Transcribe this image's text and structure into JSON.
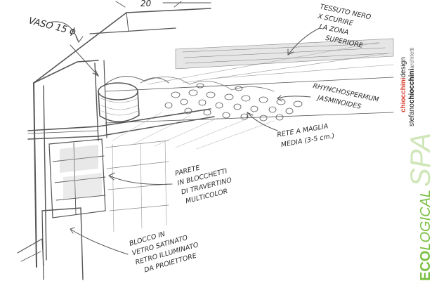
{
  "labels": {
    "vaso": "VASO 15 ϕ",
    "dimension": "20",
    "tessuto": [
      "TESSUTO NERO",
      "X SCURIRE",
      "LA ZONA",
      "SUPERIORE"
    ],
    "plant": [
      "RHYNCHOSPERMUM",
      "JASMINOIDES"
    ],
    "rete": [
      "RETE A MAGLIA",
      "MEDIA (3-5 cm.)"
    ],
    "parete": [
      "PARETE",
      "IN BLOCCHETTI",
      "DI TRAVERTINO",
      "MULTICOLOR"
    ],
    "blocco": [
      "BLOCCO IN",
      "VETRO SATINATO",
      "RETRO ILLUMINATO",
      "DA PROIETTORE"
    ]
  },
  "brand": {
    "design_line": {
      "part1": "chiocchini",
      "part2": "design"
    },
    "architect_line": {
      "part1": "stefano",
      "part2": "chiocchini",
      "part3": "architetti"
    },
    "spa": {
      "eco": "ECO",
      "logical": "LOGICAL",
      "spa": "SPA"
    },
    "colors": {
      "accent": "#d83a2a",
      "green": "#7bc043",
      "dark": "#222222",
      "grey": "#777777",
      "light_green": "#cfe6b8"
    }
  }
}
